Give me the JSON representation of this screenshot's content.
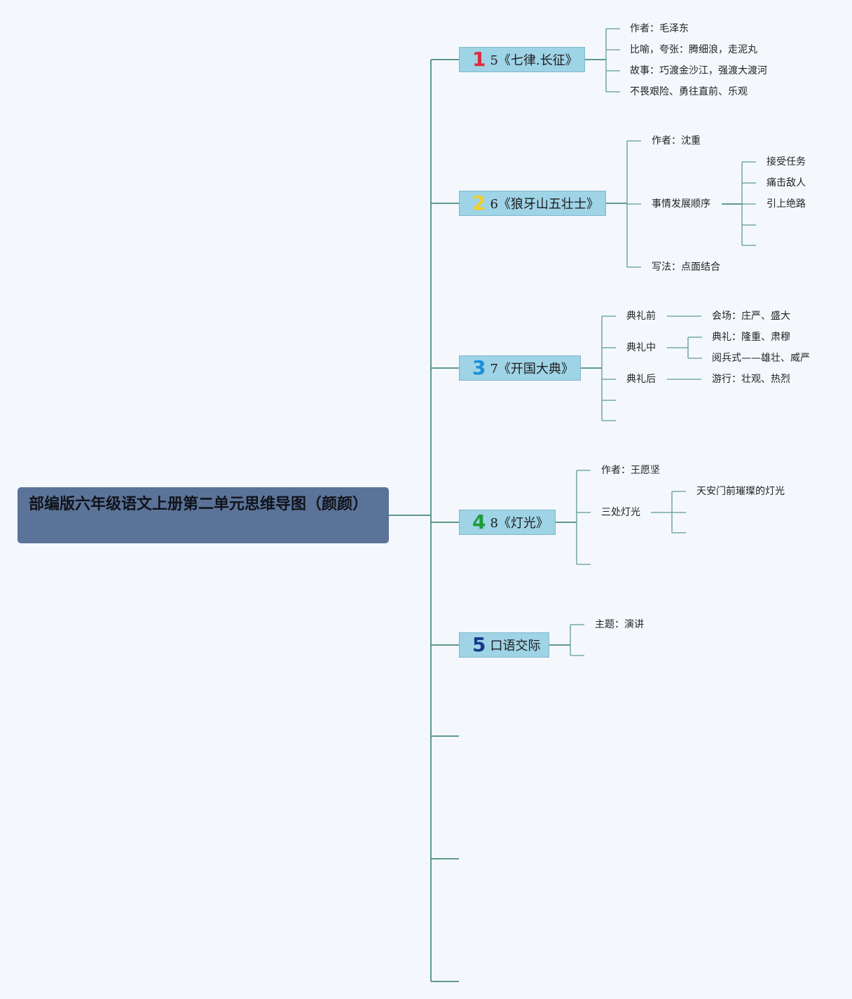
{
  "root": {
    "title": "部编版六年级语文上册第二单元思维导图（颜颜）"
  },
  "colors": {
    "background": "#f4f8fd",
    "root": "#5b7398",
    "topic": "#9fd3e6",
    "connector": "#5e9a8c"
  },
  "topics": [
    {
      "num": "1",
      "num_color": "#e02a3c",
      "label": "5《七律.长征》",
      "children": [
        "作者：毛泽东",
        "比喻，夸张：腾细浪，走泥丸",
        "故事：巧渡金沙江，强渡大渡河",
        "不畏艰险、勇往直前、乐观"
      ]
    },
    {
      "num": "2",
      "num_color": "#f3cf2a",
      "label": "6《狼牙山五壮士》",
      "children": [
        "作者：沈重",
        "事情发展顺序",
        "写法：点面结合"
      ],
      "sequence": [
        "接受任务",
        "痛击敌人",
        "引上绝路"
      ]
    },
    {
      "num": "3",
      "num_color": "#1c8fd9",
      "label": "7《开国大典》",
      "children": [
        "典礼前",
        "典礼中",
        "典礼后"
      ],
      "details": [
        "会场：庄严、盛大",
        "典礼：隆重、肃穆",
        "阅兵式——雄壮、威严",
        "游行：壮观、热烈"
      ]
    },
    {
      "num": "4",
      "num_color": "#1e9c3c",
      "label": "8《灯光》",
      "children": [
        "作者：王愿坚",
        "三处灯光"
      ],
      "lights": [
        "天安门前璀璨的灯光"
      ]
    },
    {
      "num": "5",
      "num_color": "#173b87",
      "label": "口语交际",
      "children": [
        "主题：演讲"
      ]
    }
  ]
}
